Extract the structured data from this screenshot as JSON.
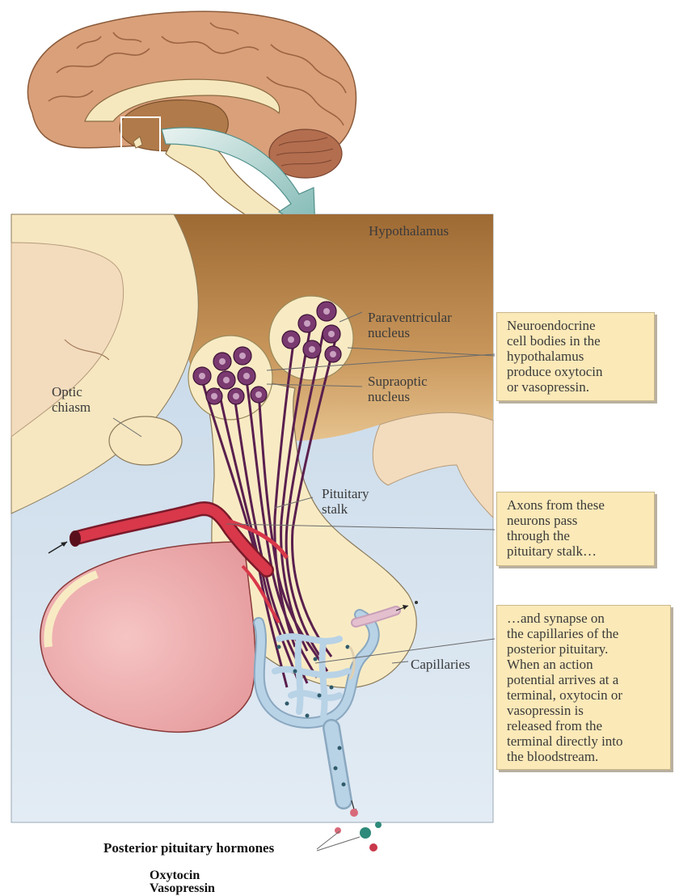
{
  "labels": {
    "hypothalamus": "Hypothalamus",
    "paraventricular": "Paraventricular\nnucleus",
    "supraoptic": "Supraoptic\nnucleus",
    "optic_chiasm": "Optic\nchiasm",
    "pituitary_stalk": "Pituitary\nstalk",
    "capillaries": "Capillaries"
  },
  "callouts": {
    "cell_bodies": "Neuroendocrine\ncell bodies in the\nhypothalamus\nproduce oxytocin\nor vasopressin.",
    "axons": "Axons from these\nneurons pass\nthrough the\npituitary stalk…",
    "synapse": "…and synapse on\nthe capillaries of the\nposterior pituitary.\nWhen an action\npotential arrives at a\nterminal, oxytocin or\nvasopressin is\nreleased from the\nterminal directly into\nthe bloodstream."
  },
  "hormones": {
    "heading": "Posterior pituitary hormones",
    "items": [
      "Oxytocin",
      "Vasopressin"
    ]
  },
  "colors": {
    "brain_tan": "#d9a07a",
    "hypothalamus_brown": "#b07a3f",
    "neuron_purple": "#6b2a5e",
    "artery_red": "#d8384a",
    "capillary_blue": "#a9c6dc",
    "callout_fill": "#fbe9b8",
    "background_blue": "#dbe7f1"
  }
}
